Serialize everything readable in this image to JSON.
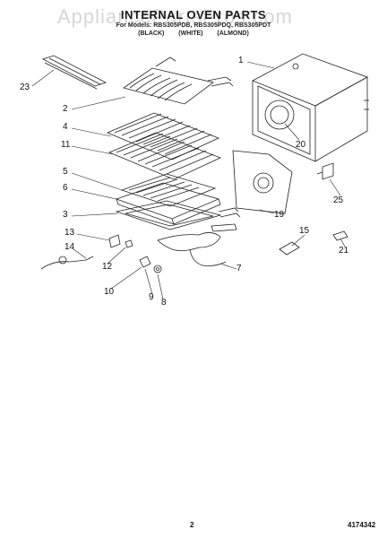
{
  "watermark": "AppliancePartsPros.com",
  "title": "INTERNAL OVEN PARTS",
  "models": "For Models: RBS305PDB, RBS305PDQ, RBS305PDT",
  "colors": "(BLACK) (WHITE) (ALMOND)",
  "callouts": [
    "1",
    "2",
    "3",
    "4",
    "5",
    "6",
    "7",
    "8",
    "9",
    "10",
    "11",
    "12",
    "13",
    "14",
    "15",
    "19",
    "20",
    "21",
    "23",
    "25"
  ],
  "page_number": "2",
  "part_number": "4174342"
}
